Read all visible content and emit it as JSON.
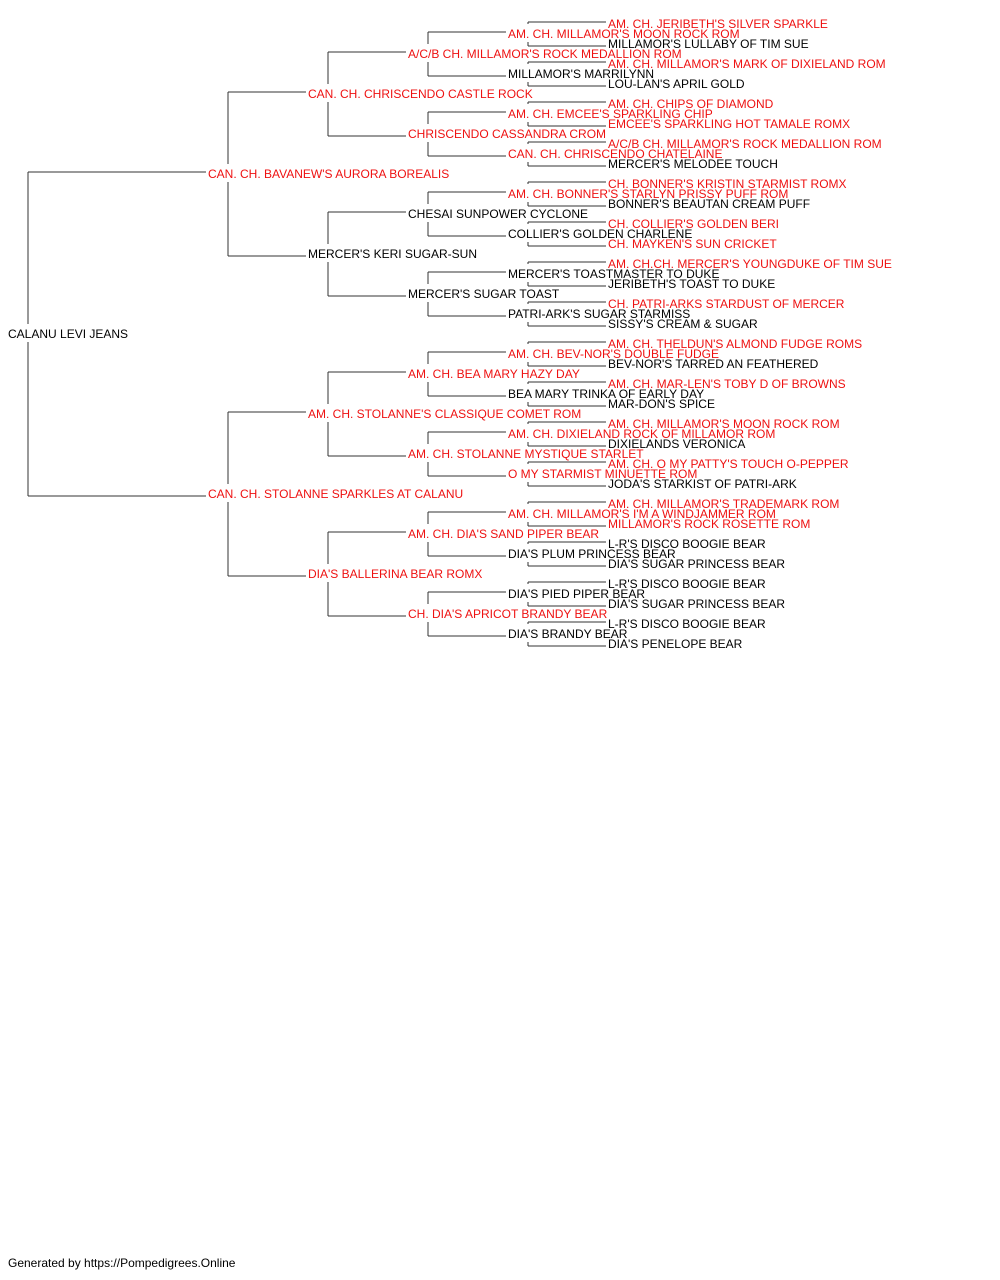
{
  "colors": {
    "champion": "#ee1111",
    "normal": "#000000",
    "line": "#333333"
  },
  "pedigree": {
    "name": "CALANU LEVI JEANS",
    "ch": false,
    "sire": {
      "name": "CAN. CH. BAVANEW'S AURORA BOREALIS",
      "ch": true,
      "sire": {
        "name": "CAN. CH. CHRISCENDO CASTLE ROCK",
        "ch": true,
        "sire": {
          "name": "A/C/B CH. MILLAMOR'S ROCK MEDALLION ROM",
          "ch": true,
          "sire": {
            "name": "AM. CH. MILLAMOR'S MOON ROCK ROM",
            "ch": true,
            "sire": {
              "name": "AM. CH. JERIBETH'S SILVER SPARKLE",
              "ch": true
            },
            "dam": {
              "name": "MILLAMOR'S LULLABY OF TIM SUE",
              "ch": false
            }
          },
          "dam": {
            "name": "MILLAMOR'S MARRILYNN",
            "ch": false,
            "sire": {
              "name": "AM. CH. MILLAMOR'S MARK OF DIXIELAND ROM",
              "ch": true
            },
            "dam": {
              "name": "LOU-LAN'S APRIL GOLD",
              "ch": false
            }
          }
        },
        "dam": {
          "name": "CHRISCENDO CASSANDRA CROM",
          "ch": true,
          "sire": {
            "name": "AM. CH. EMCEE'S SPARKLING CHIP",
            "ch": true,
            "sire": {
              "name": "AM. CH. CHIPS OF DIAMOND",
              "ch": true
            },
            "dam": {
              "name": "EMCEE'S SPARKLING HOT TAMALE ROMX",
              "ch": true
            }
          },
          "dam": {
            "name": "CAN. CH. CHRISCENDO CHATELAINE",
            "ch": true,
            "sire": {
              "name": "A/C/B CH. MILLAMOR'S ROCK MEDALLION ROM",
              "ch": true
            },
            "dam": {
              "name": "MERCER'S MELODEE TOUCH",
              "ch": false
            }
          }
        }
      },
      "dam": {
        "name": "MERCER'S KERI SUGAR-SUN",
        "ch": false,
        "sire": {
          "name": "CHESAI SUNPOWER CYCLONE",
          "ch": false,
          "sire": {
            "name": "AM. CH. BONNER'S STARLYN PRISSY PUFF ROM",
            "ch": true,
            "sire": {
              "name": "CH. BONNER'S KRISTIN STARMIST ROMX",
              "ch": true
            },
            "dam": {
              "name": "BONNER'S BEAUTAN CREAM PUFF",
              "ch": false
            }
          },
          "dam": {
            "name": "COLLIER'S GOLDEN CHARLENE",
            "ch": false,
            "sire": {
              "name": "CH. COLLIER'S GOLDEN BERI",
              "ch": true
            },
            "dam": {
              "name": "CH. MAYKEN'S SUN CRICKET",
              "ch": true
            }
          }
        },
        "dam": {
          "name": "MERCER'S SUGAR TOAST",
          "ch": false,
          "sire": {
            "name": "MERCER'S TOASTMASTER TO DUKE",
            "ch": false,
            "sire": {
              "name": "AM. CH.CH. MERCER'S YOUNGDUKE OF TIM SUE",
              "ch": true
            },
            "dam": {
              "name": "JERIBETH'S TOAST TO DUKE",
              "ch": false
            }
          },
          "dam": {
            "name": "PATRI-ARK'S SUGAR STARMISS",
            "ch": false,
            "sire": {
              "name": "CH. PATRI-ARKS STARDUST OF MERCER",
              "ch": true
            },
            "dam": {
              "name": "SISSY'S CREAM & SUGAR",
              "ch": false
            }
          }
        }
      }
    },
    "dam": {
      "name": "CAN. CH. STOLANNE SPARKLES AT CALANU",
      "ch": true,
      "sire": {
        "name": "AM. CH. STOLANNE'S CLASSIQUE COMET ROM",
        "ch": true,
        "sire": {
          "name": "AM. CH. BEA MARY HAZY DAY",
          "ch": true,
          "sire": {
            "name": "AM. CH. BEV-NOR'S DOUBLE FUDGE",
            "ch": true,
            "sire": {
              "name": "AM. CH. THELDUN'S ALMOND FUDGE ROMS",
              "ch": true
            },
            "dam": {
              "name": "BEV-NOR'S TARRED AN FEATHERED",
              "ch": false
            }
          },
          "dam": {
            "name": "BEA MARY TRINKA OF EARLY DAY",
            "ch": false,
            "sire": {
              "name": "AM. CH. MAR-LEN'S TOBY D OF BROWNS",
              "ch": true
            },
            "dam": {
              "name": "MAR-DON'S SPICE",
              "ch": false
            }
          }
        },
        "dam": {
          "name": "AM. CH. STOLANNE MYSTIQUE STARLET",
          "ch": true,
          "sire": {
            "name": "AM. CH. DIXIELAND ROCK OF MILLAMOR ROM",
            "ch": true,
            "sire": {
              "name": "AM. CH. MILLAMOR'S MOON ROCK ROM",
              "ch": true
            },
            "dam": {
              "name": "DIXIELANDS VERONICA",
              "ch": false
            }
          },
          "dam": {
            "name": "O MY STARMIST MINUETTE ROM",
            "ch": true,
            "sire": {
              "name": "AM. CH. O MY PATTY'S TOUCH O-PEPPER",
              "ch": true
            },
            "dam": {
              "name": "JODA'S STARKIST OF PATRI-ARK",
              "ch": false
            }
          }
        }
      },
      "dam": {
        "name": "DIA'S BALLERINA BEAR ROMX",
        "ch": true,
        "sire": {
          "name": "AM. CH. DIA'S SAND PIPER BEAR",
          "ch": true,
          "sire": {
            "name": "AM. CH. MILLAMOR'S I'M A WINDJAMMER ROM",
            "ch": true,
            "sire": {
              "name": "AM. CH. MILLAMOR'S TRADEMARK ROM",
              "ch": true
            },
            "dam": {
              "name": "MILLAMOR'S ROCK ROSETTE ROM",
              "ch": true
            }
          },
          "dam": {
            "name": "DIA'S PLUM PRINCESS BEAR",
            "ch": false,
            "sire": {
              "name": "L-R'S DISCO BOOGIE BEAR",
              "ch": false
            },
            "dam": {
              "name": "DIA'S SUGAR PRINCESS BEAR",
              "ch": false
            }
          }
        },
        "dam": {
          "name": "CH. DIA'S APRICOT BRANDY BEAR",
          "ch": true,
          "sire": {
            "name": "DIA'S PIED PIPER BEAR",
            "ch": false,
            "sire": {
              "name": "L-R'S DISCO BOOGIE BEAR",
              "ch": false
            },
            "dam": {
              "name": "DIA'S SUGAR PRINCESS BEAR",
              "ch": false
            }
          },
          "dam": {
            "name": "DIA'S BRANDY BEAR",
            "ch": false,
            "sire": {
              "name": "L-R'S DISCO BOOGIE BEAR",
              "ch": false
            },
            "dam": {
              "name": "DIA'S PENELOPE BEAR",
              "ch": false
            }
          }
        }
      }
    }
  },
  "footer": "Generated by https://Pompedigrees.Online"
}
